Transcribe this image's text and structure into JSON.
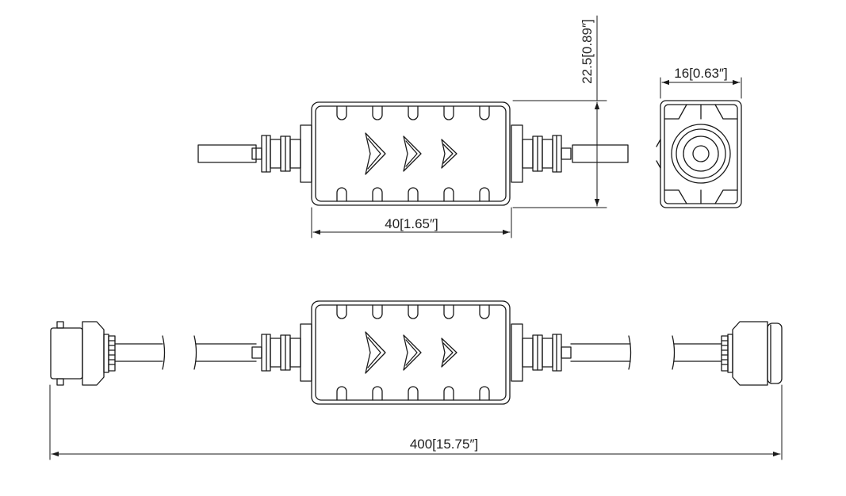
{
  "dimensions": {
    "body_length": "40[1.65″]",
    "body_height": "22.5[0.89″]",
    "body_width": "16[0.63″]",
    "total_length": "400[15.75″]"
  },
  "colors": {
    "line": "#1a1a1a",
    "background": "#ffffff"
  },
  "icons": [
    "arrow-chevron-icon",
    "bnc-connector-icon"
  ]
}
